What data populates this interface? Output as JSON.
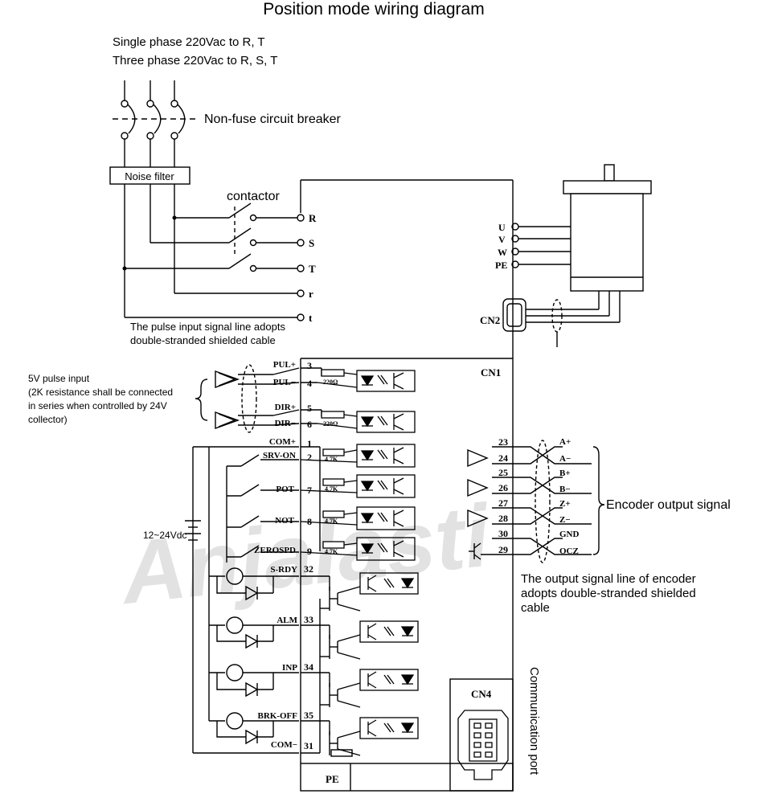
{
  "title": "Position mode wiring diagram",
  "power_notes": [
    "Single phase 220Vac to R, T",
    "Three phase 220Vac to R, S, T"
  ],
  "breaker_label": "Non-fuse circuit breaker",
  "noise_filter_label": "Noise filter",
  "contactor_label": "contactor",
  "pulse_cable_note": [
    "The pulse input signal line adopts",
    "double-stranded shielded cable"
  ],
  "pulse_input_note": [
    "5V pulse input",
    "(2K resistance shall be connected",
    "in series when controlled by 24V",
    "collector)"
  ],
  "supply_label": "12~24Vdc",
  "encoder_label": "Encoder output signal",
  "encoder_cable_note": [
    "The output signal line of encoder",
    "adopts double-stranded shielded",
    "cable"
  ],
  "comm_port_label": "Communication port",
  "watermark": "Anjalasti",
  "connectors": {
    "cn1": "CN1",
    "cn2": "CN2",
    "cn4": "CN4",
    "pe": "PE"
  },
  "power_terminals": [
    "R",
    "S",
    "T",
    "r",
    "t"
  ],
  "motor_terminals": [
    "U",
    "V",
    "W",
    "PE"
  ],
  "resistors": {
    "pul": "220Ω",
    "dir": "220Ω",
    "in": "4.7K"
  },
  "pulse_pins": [
    {
      "name": "PUL+",
      "pin": "3"
    },
    {
      "name": "PUL−",
      "pin": "4"
    },
    {
      "name": "DIR+",
      "pin": "5"
    },
    {
      "name": "DIR−",
      "pin": "6"
    }
  ],
  "input_pins": [
    {
      "name": "COM+",
      "pin": "1"
    },
    {
      "name": "SRV-ON",
      "pin": "2"
    },
    {
      "name": "POT",
      "pin": "7"
    },
    {
      "name": "NOT",
      "pin": "8"
    },
    {
      "name": "ZEROSPD",
      "pin": "9"
    }
  ],
  "output_pins": [
    {
      "name": "S-RDY",
      "pin": "32"
    },
    {
      "name": "ALM",
      "pin": "33"
    },
    {
      "name": "INP",
      "pin": "34"
    },
    {
      "name": "BRK-OFF",
      "pin": "35"
    },
    {
      "name": "COM−",
      "pin": "31"
    }
  ],
  "encoder_pins": [
    {
      "pin": "23",
      "name": "A+"
    },
    {
      "pin": "24",
      "name": "A−"
    },
    {
      "pin": "25",
      "name": "B+"
    },
    {
      "pin": "26",
      "name": "B−"
    },
    {
      "pin": "27",
      "name": "Z+"
    },
    {
      "pin": "28",
      "name": "Z−"
    },
    {
      "pin": "30",
      "name": "GND"
    },
    {
      "pin": "29",
      "name": "OCZ"
    }
  ]
}
